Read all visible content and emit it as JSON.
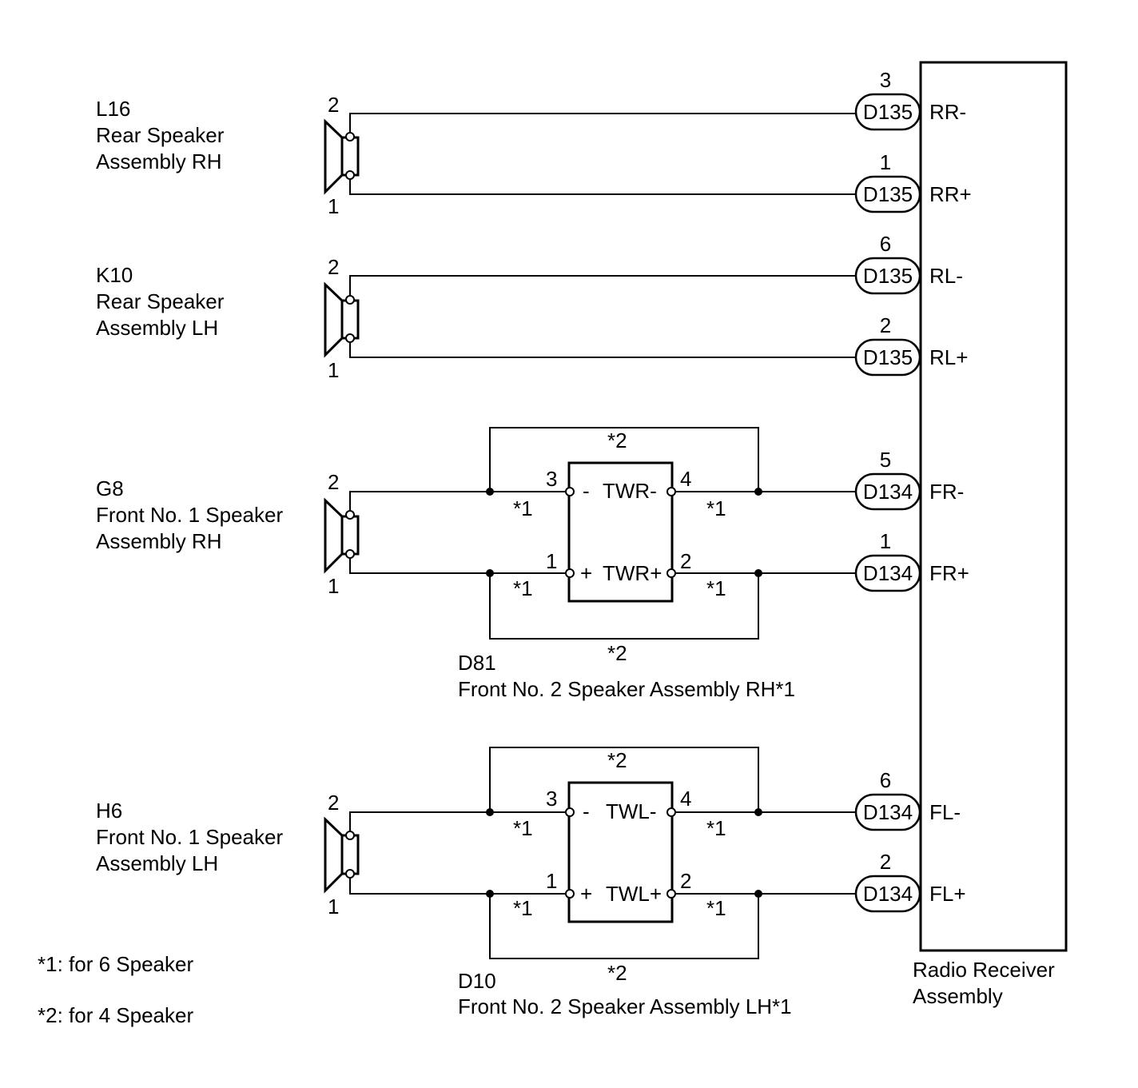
{
  "speakers": {
    "l16": {
      "code": "L16",
      "line1": "Rear Speaker",
      "line2": "Assembly RH",
      "pin_top": "2",
      "pin_bottom": "1"
    },
    "k10": {
      "code": "K10",
      "line1": "Rear Speaker",
      "line2": "Assembly LH",
      "pin_top": "2",
      "pin_bottom": "1"
    },
    "g8": {
      "code": "G8",
      "line1": "Front No. 1 Speaker",
      "line2": "Assembly RH",
      "pin_top": "2",
      "pin_bottom": "1"
    },
    "h6": {
      "code": "H6",
      "line1": "Front No. 1 Speaker",
      "line2": "Assembly LH",
      "pin_top": "2",
      "pin_bottom": "1"
    }
  },
  "tweeters": {
    "d81": {
      "code": "D81",
      "name": "Front No. 2 Speaker Assembly RH*1",
      "minus_label": "TWR-",
      "plus_label": "TWR+",
      "minus_sign": "-",
      "plus_sign": "+",
      "pin_in_minus": "3",
      "pin_in_plus": "1",
      "pin_out_minus": "4",
      "pin_out_plus": "2",
      "note_6": "*1",
      "note_4": "*2"
    },
    "d10": {
      "code": "D10",
      "name": "Front No. 2 Speaker Assembly LH*1",
      "minus_label": "TWL-",
      "plus_label": "TWL+",
      "minus_sign": "-",
      "plus_sign": "+",
      "pin_in_minus": "3",
      "pin_in_plus": "1",
      "pin_out_minus": "4",
      "pin_out_plus": "2",
      "note_6": "*1",
      "note_4": "*2"
    }
  },
  "receiver": {
    "line1": "Radio Receiver",
    "line2": "Assembly",
    "connections": [
      {
        "connector": "D135",
        "pin": "3",
        "signal": "RR-"
      },
      {
        "connector": "D135",
        "pin": "1",
        "signal": "RR+"
      },
      {
        "connector": "D135",
        "pin": "6",
        "signal": "RL-"
      },
      {
        "connector": "D135",
        "pin": "2",
        "signal": "RL+"
      },
      {
        "connector": "D134",
        "pin": "5",
        "signal": "FR-"
      },
      {
        "connector": "D134",
        "pin": "1",
        "signal": "FR+"
      },
      {
        "connector": "D134",
        "pin": "6",
        "signal": "FL-"
      },
      {
        "connector": "D134",
        "pin": "2",
        "signal": "FL+"
      }
    ]
  },
  "legend": {
    "note1": "*1: for 6 Speaker",
    "note2": "*2: for 4 Speaker"
  }
}
